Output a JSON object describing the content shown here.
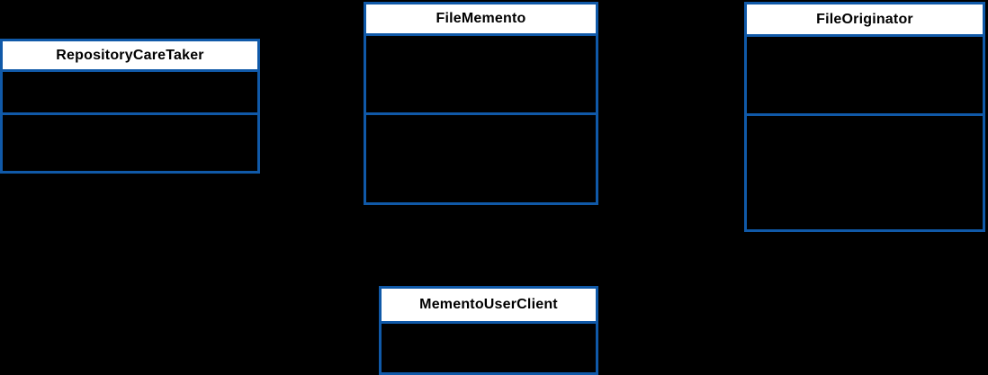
{
  "diagram": {
    "type": "uml-class-diagram",
    "pattern": "Memento",
    "background_color": "#000000",
    "border_color": "#1059a8",
    "title_background_color": "#ffffff",
    "title_text_color": "#000000",
    "body_text_color": "#000000"
  },
  "classes": [
    {
      "id": "repositorycaretaker",
      "name": "RepositoryCareTaker",
      "attributes": "",
      "operations": ""
    },
    {
      "id": "filememento",
      "name": "FileMemento",
      "attributes": "",
      "operations": ""
    },
    {
      "id": "fileoriginator",
      "name": "FileOriginator",
      "attributes": "",
      "operations": ""
    },
    {
      "id": "mementouserclient",
      "name": "MementoUserClient",
      "operations": ""
    }
  ],
  "connectors": [
    {
      "id": "caretaker-to-memento",
      "from": "repositorycaretaker",
      "to": "filememento",
      "style": "black"
    },
    {
      "id": "memento-to-originator",
      "from": "filememento",
      "to": "fileoriginator",
      "style": "black"
    },
    {
      "id": "client-to-caretaker",
      "from": "mementouserclient",
      "to": "repositorycaretaker",
      "style": "black"
    },
    {
      "id": "client-to-memento",
      "from": "mementouserclient",
      "to": "filememento",
      "style": "black"
    },
    {
      "id": "client-to-originator",
      "from": "mementouserclient",
      "to": "fileoriginator",
      "style": "black"
    }
  ]
}
